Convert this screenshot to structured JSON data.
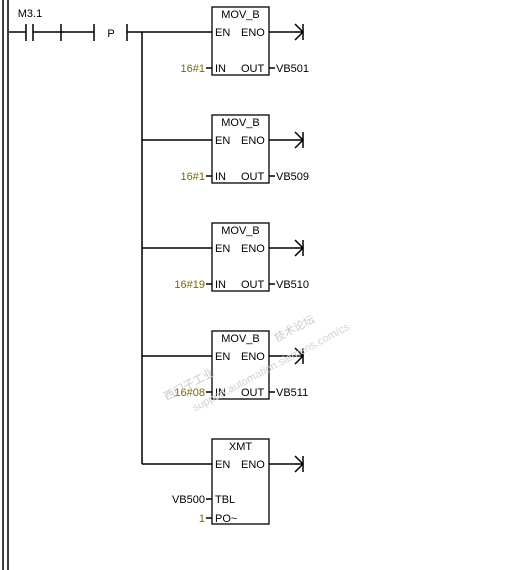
{
  "network": {
    "contact": {
      "address": "M3.1"
    },
    "edge": {
      "label": "P"
    },
    "blocks": [
      {
        "id": "mov1",
        "title": "MOV_B",
        "en": "EN",
        "eno": "ENO",
        "inputs": [
          {
            "pin": "IN",
            "value": "16#1"
          }
        ],
        "output": {
          "pin": "OUT",
          "value": "VB501"
        }
      },
      {
        "id": "mov2",
        "title": "MOV_B",
        "en": "EN",
        "eno": "ENO",
        "inputs": [
          {
            "pin": "IN",
            "value": "16#1"
          }
        ],
        "output": {
          "pin": "OUT",
          "value": "VB509"
        }
      },
      {
        "id": "mov3",
        "title": "MOV_B",
        "en": "EN",
        "eno": "ENO",
        "inputs": [
          {
            "pin": "IN",
            "value": "16#19"
          }
        ],
        "output": {
          "pin": "OUT",
          "value": "VB510"
        }
      },
      {
        "id": "mov4",
        "title": "MOV_B",
        "en": "EN",
        "eno": "ENO",
        "inputs": [
          {
            "pin": "IN",
            "value": "16#08"
          }
        ],
        "output": {
          "pin": "OUT",
          "value": "VB511"
        }
      },
      {
        "id": "xmt",
        "title": "XMT",
        "en": "EN",
        "eno": "ENO",
        "inputs": [
          {
            "pin": "TBL",
            "value": "VB500"
          },
          {
            "pin": "PO~",
            "value": "1"
          }
        ]
      }
    ]
  },
  "watermark": {
    "line1": "西门子工业",
    "line2": "技术论坛",
    "line3": "support.automation.siemens.com/cs"
  },
  "colors": {
    "constant": "#7a6a00",
    "wire": "#000000",
    "rail": "#000000"
  }
}
